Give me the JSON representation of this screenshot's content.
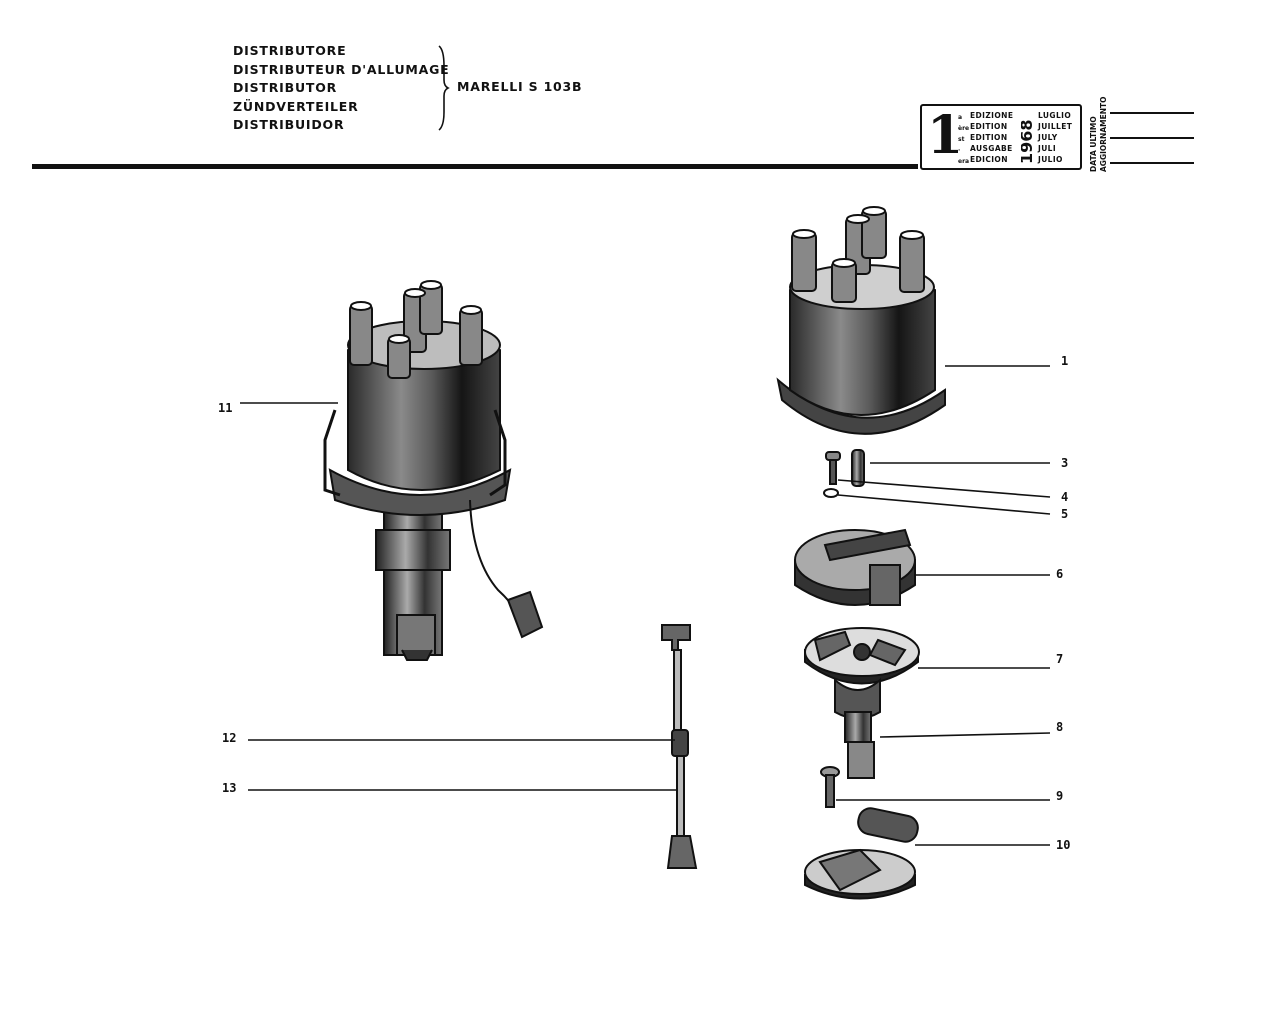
{
  "header": {
    "titles": [
      "DISTRIBUTORE",
      "DISTRIBUTEUR D'ALLUMAGE",
      "DISTRIBUTOR",
      "ZÜNDVERTEILER",
      "DISTRIBUIDOR"
    ],
    "model": "MARELLI S 103B"
  },
  "edition": {
    "number": "1",
    "ordinals": [
      "a",
      "ère",
      "st",
      "·",
      "era"
    ],
    "labels": [
      "EDIZIONE",
      "EDITION",
      "EDITION",
      "AUSGABE",
      "EDICION"
    ],
    "year": "1968",
    "months": [
      "LUGLIO",
      "JUILLET",
      "JULY",
      "JULI",
      "JULIO"
    ],
    "side_label_1": "DATA ULTIMO",
    "side_label_2": "AGGIORNAMENTO"
  },
  "callouts": {
    "c1": "1",
    "c3": "3",
    "c4": "4",
    "c5": "5",
    "c6": "6",
    "c7": "7",
    "c8": "8",
    "c9": "9",
    "c10": "10",
    "c11": "11",
    "c12": "12",
    "c13": "13"
  }
}
